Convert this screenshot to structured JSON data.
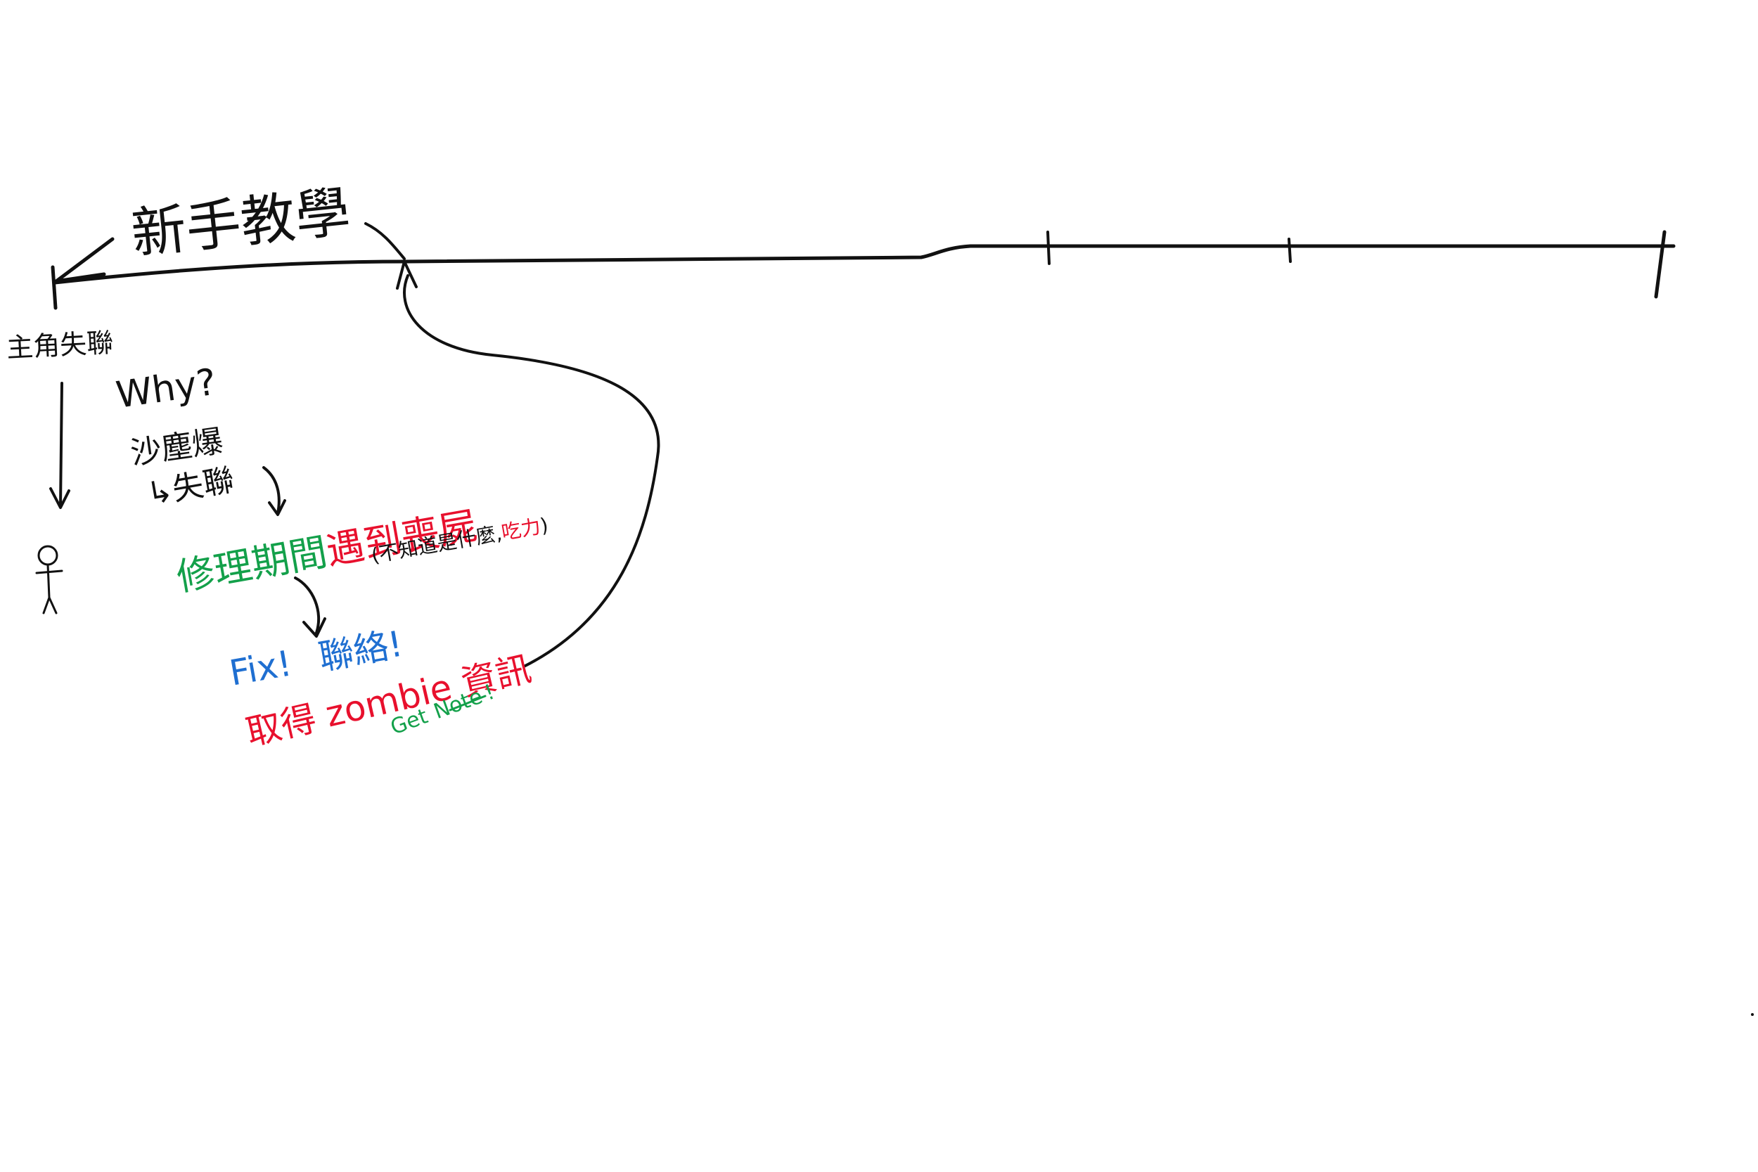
{
  "title": "新手教學",
  "left_label": "主角失聯",
  "question": "Why?",
  "cause_line1": "沙塵爆",
  "cause_line2": "↳失聯",
  "encounter_part1": "修理期間",
  "encounter_part2": "遇到喪屍",
  "note_part1": "(不知道是什麼,",
  "note_part2": "吃力",
  "note_part3": ")",
  "fix_part1": "Fix!",
  "fix_part2": "聯絡!",
  "obtain": "取得 zombie 資訊",
  "get_note_part1": "Get",
  "get_note_part2": "Note",
  "get_note_part3": "!",
  "colors": {
    "ink": "#111111",
    "green": "#13a04a",
    "red": "#e8102d",
    "blue": "#1f6fd1"
  }
}
